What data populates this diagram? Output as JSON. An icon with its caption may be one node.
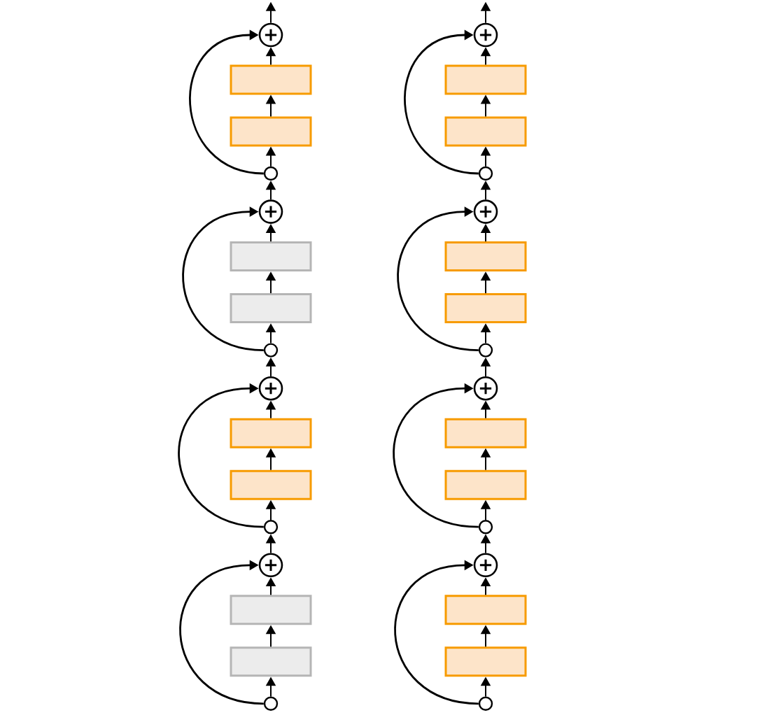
{
  "diagram": {
    "nodes": [
      {
        "text": [
          "+"
        ]
      },
      {
        "text": [],
        "shape": "box"
      },
      {
        "text": [],
        "shape": "box"
      },
      {
        "text": [],
        "shape": "circle"
      },
      {
        "text": [
          "+"
        ]
      },
      {
        "text": [],
        "shape": "box"
      },
      {
        "text": [],
        "shape": "box"
      },
      {
        "text": [],
        "shape": "circle"
      },
      {
        "text": [
          "+"
        ]
      },
      {
        "text": [],
        "shape": "box"
      },
      {
        "text": [],
        "shape": "box"
      },
      {
        "text": [],
        "shape": "circle"
      },
      {
        "text": [
          "+"
        ]
      },
      {
        "text": [],
        "shape": "box"
      },
      {
        "text": [],
        "shape": "box"
      },
      {
        "text": [],
        "shape": "circle"
      },
      {
        "text": [
          "+"
        ]
      },
      {
        "text": [],
        "shape": "box"
      },
      {
        "text": [],
        "shape": "box"
      },
      {
        "text": [],
        "shape": "circle"
      },
      {
        "text": [
          "+"
        ]
      },
      {
        "text": [],
        "shape": "box"
      },
      {
        "text": [],
        "shape": "box"
      },
      {
        "text": [],
        "shape": "circle"
      },
      {
        "text": [
          "+"
        ]
      },
      {
        "text": [],
        "shape": "box"
      },
      {
        "text": [],
        "shape": "box"
      },
      {
        "text": [],
        "shape": "circle"
      },
      {
        "text": [
          "+"
        ]
      },
      {
        "text": [],
        "shape": "box"
      },
      {
        "text": [],
        "shape": "box"
      },
      {
        "text": [],
        "shape": "circle"
      }
    ],
    "edges": [
      {
        "from": 0,
        "to": null,
        "arrow": "to"
      },
      {
        "from": 1,
        "to": 0,
        "arrow": "to"
      },
      {
        "from": 2,
        "to": 1,
        "arrow": "to"
      },
      {
        "from": 3,
        "to": 2,
        "arrow": "to"
      },
      {
        "from": 3,
        "to": 0,
        "arrow": "to"
      },
      {
        "from": 4,
        "to": 3,
        "arrow": "to"
      },
      {
        "from": 5,
        "to": 4,
        "arrow": "to"
      },
      {
        "from": 6,
        "to": 5,
        "arrow": "to"
      },
      {
        "from": 7,
        "to": 6,
        "arrow": "to"
      },
      {
        "from": 7,
        "to": 4,
        "arrow": "to"
      },
      {
        "from": 8,
        "to": 7,
        "arrow": "to"
      },
      {
        "from": 9,
        "to": 8,
        "arrow": "to"
      },
      {
        "from": 10,
        "to": 9,
        "arrow": "to"
      },
      {
        "from": 11,
        "to": 10,
        "arrow": "to"
      },
      {
        "from": 11,
        "to": 8,
        "arrow": "to"
      },
      {
        "from": 12,
        "to": 11,
        "arrow": "to"
      },
      {
        "from": 13,
        "to": 12,
        "arrow": "to"
      },
      {
        "from": 14,
        "to": 13,
        "arrow": "to"
      },
      {
        "from": 15,
        "to": 14,
        "arrow": "to"
      },
      {
        "from": 15,
        "to": 12,
        "arrow": "to"
      },
      {
        "from": 16,
        "to": null,
        "arrow": "to"
      },
      {
        "from": 17,
        "to": 16,
        "arrow": "to"
      },
      {
        "from": 18,
        "to": 17,
        "arrow": "to"
      },
      {
        "from": 19,
        "to": 18,
        "arrow": "to"
      },
      {
        "from": 19,
        "to": 16,
        "arrow": "to"
      },
      {
        "from": 20,
        "to": 19,
        "arrow": "to"
      },
      {
        "from": 21,
        "to": 20,
        "arrow": "to"
      },
      {
        "from": 22,
        "to": 21,
        "arrow": "to"
      },
      {
        "from": 23,
        "to": 22,
        "arrow": "to"
      },
      {
        "from": 23,
        "to": 20,
        "arrow": "to"
      },
      {
        "from": 24,
        "to": 23,
        "arrow": "to"
      },
      {
        "from": 25,
        "to": 24,
        "arrow": "to"
      },
      {
        "from": 26,
        "to": 25,
        "arrow": "to"
      },
      {
        "from": 27,
        "to": 26,
        "arrow": "to"
      },
      {
        "from": 27,
        "to": 24,
        "arrow": "to"
      },
      {
        "from": 28,
        "to": 27,
        "arrow": "to"
      },
      {
        "from": 29,
        "to": 28,
        "arrow": "to"
      },
      {
        "from": 30,
        "to": 29,
        "arrow": "to"
      },
      {
        "from": 31,
        "to": 30,
        "arrow": "to"
      },
      {
        "from": 31,
        "to": 28,
        "arrow": "to"
      }
    ]
  }
}
